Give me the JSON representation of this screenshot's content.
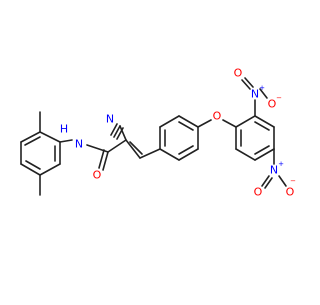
{
  "molecule": {
    "atoms": {
      "nitrile_N": {
        "label": "N",
        "color": "#0000ff"
      },
      "amide_N": {
        "label": "N",
        "color": "#0000ff"
      },
      "amide_H": {
        "label": "H",
        "color": "#0000ff"
      },
      "carbonyl_O": {
        "label": "O",
        "color": "#ff0000"
      },
      "ether_O": {
        "label": "O",
        "color": "#ff0000"
      },
      "nitro1_N": {
        "label": "N",
        "color": "#0000ff"
      },
      "nitro1_N_charge": {
        "label": "+",
        "color": "#0000ff"
      },
      "nitro1_O_double": {
        "label": "O",
        "color": "#ff0000"
      },
      "nitro1_O_single": {
        "label": "O",
        "color": "#ff0000"
      },
      "nitro1_O_charge": {
        "label": "−",
        "color": "#ff0000"
      },
      "nitro2_N": {
        "label": "N",
        "color": "#0000ff"
      },
      "nitro2_N_charge": {
        "label": "+",
        "color": "#0000ff"
      },
      "nitro2_O_double": {
        "label": "O",
        "color": "#ff0000"
      },
      "nitro2_O_single": {
        "label": "O",
        "color": "#ff0000"
      },
      "nitro2_O_charge": {
        "label": "−",
        "color": "#ff0000"
      }
    },
    "bond_color": "#222222"
  }
}
